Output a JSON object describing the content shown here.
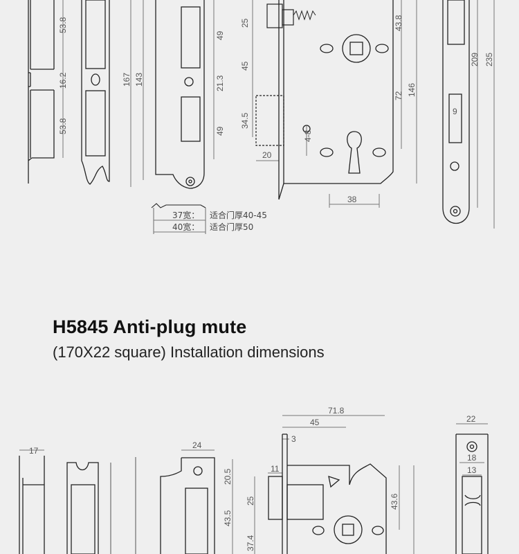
{
  "section": {
    "title": "H5845 Anti-plug mute",
    "subtitle": "(170X22 square) Installation dimensions"
  },
  "top_diagram": {
    "dims": {
      "d53_8a": "53.8",
      "d16_2": "16.2",
      "d53_8b": "53.8",
      "d167": "167",
      "d143": "143",
      "d49a": "49",
      "d21_3": "21.3",
      "d49b": "49",
      "d25": "25",
      "d45": "45",
      "d34_5": "34.5",
      "d20": "20",
      "d4_8": "4-8",
      "d43_8": "43.8",
      "d72": "72",
      "d146": "146",
      "d38": "38",
      "d9": "9",
      "d209": "209",
      "d235": "235"
    },
    "notes": {
      "n37": "37宽：",
      "n37_desc": "适合门厚40-45",
      "n40": "40宽：",
      "n40_desc": "适合门厚50"
    }
  },
  "bottom_diagram": {
    "dims": {
      "d17": "17",
      "d24": "24",
      "d20_5": "20.5",
      "d43_5": "43.5",
      "d71_8": "71.8",
      "d45": "45",
      "d3": "3",
      "d11": "11",
      "d25": "25",
      "d37_4": "37.4",
      "d43_6": "43.6",
      "d22": "22",
      "d18": "18",
      "d13": "13"
    }
  },
  "colors": {
    "background": "#efefef",
    "line": "#222222",
    "dim_line": "#777777",
    "text": "#555555"
  }
}
